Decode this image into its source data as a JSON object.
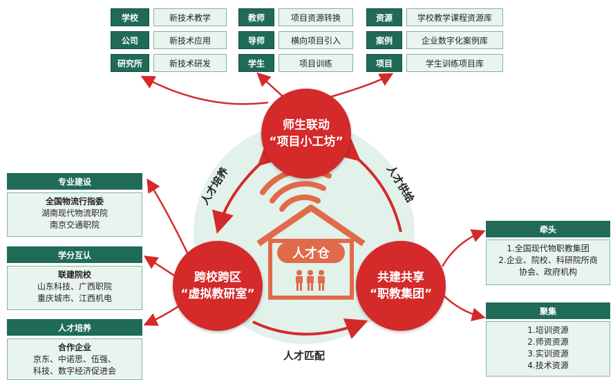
{
  "top_groups": [
    {
      "rows": [
        {
          "tag": "学校",
          "text": "新技术教学"
        },
        {
          "tag": "公司",
          "text": "新技术应用"
        },
        {
          "tag": "研究所",
          "text": "新技术研发"
        }
      ]
    },
    {
      "rows": [
        {
          "tag": "教师",
          "text": "项目资源转换"
        },
        {
          "tag": "导师",
          "text": "横向项目引入"
        },
        {
          "tag": "学生",
          "text": "项目训练"
        }
      ]
    },
    {
      "rows": [
        {
          "tag": "资源",
          "text": "学校教学课程资源库"
        },
        {
          "tag": "案例",
          "text": "企业数字化案例库"
        },
        {
          "tag": "项目",
          "text": "学生训练项目库"
        }
      ]
    }
  ],
  "left_groups": [
    {
      "header": "专业建设",
      "title": "全国物流行指委",
      "lines": [
        "湖南现代物流职院",
        "南京交通职院"
      ]
    },
    {
      "header": "学分互认",
      "title": "联建院校",
      "lines": [
        "山东科技、广西职院",
        "重庆城市、江西机电"
      ]
    },
    {
      "header": "人才培养",
      "title": "合作企业",
      "lines": [
        "京东、中诺思、伍强、",
        "科技、数字经济促进会"
      ]
    }
  ],
  "right_groups": [
    {
      "header": "牵头",
      "lines": [
        "1.全国现代物职教集团",
        "2.企业、院校、科研院所商",
        "协会、政府机构"
      ]
    },
    {
      "header": "聚集",
      "lines": [
        "1.培训资源",
        "2.师资资源",
        "3.实训资源",
        "4.技术资源"
      ]
    }
  ],
  "circles": {
    "top": {
      "line1": "师生联动",
      "line2": "“项目小工坊”"
    },
    "left": {
      "line1": "跨校跨区",
      "line2": "“虚拟教研室”"
    },
    "right": {
      "line1": "共建共享",
      "line2": "“职教集团”"
    }
  },
  "center_label": "人才仓",
  "flows": {
    "left": "人才培养",
    "right": "人才供给",
    "bottom": "人才匹配"
  },
  "colors": {
    "primary_red": "#d42a2a",
    "dark_green": "#1f6b57",
    "light_green": "#eaf4ef"
  }
}
